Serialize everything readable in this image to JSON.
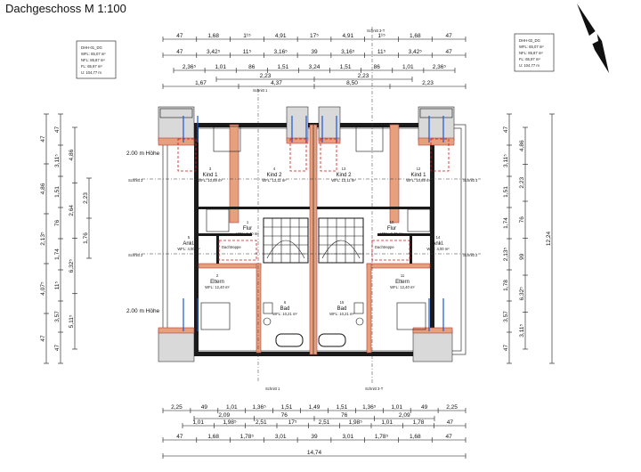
{
  "title": "Dachgeschoss M 1:100",
  "unit_boxes": {
    "left": {
      "unit_id": "DHH-01_DG",
      "lines": [
        "WFL: 65,07 m²",
        "NFL: 85,87 m²",
        "FL: 65,97 m²",
        "U: 104,77 m"
      ]
    },
    "right": {
      "unit_id": "DHH-02_DG",
      "lines": [
        "WFL: 65,07 m²",
        "NFL: 85,87 m²",
        "FL: 65,97 m²",
        "U: 104,77 m"
      ]
    }
  },
  "top_dims": {
    "row1": [
      "47",
      "1,68",
      "1¹⁵",
      "4,91",
      "17⁵",
      "4,91",
      "1¹⁵",
      "1,68",
      "47"
    ],
    "row2": [
      "47",
      "3,42⁵",
      "11⁵",
      "3,16⁵",
      "39",
      "3,16⁵",
      "11⁵",
      "3,42⁵",
      "47"
    ],
    "row3": [
      "2,36⁵",
      "1,01",
      "86",
      "1,51",
      "3,24",
      "1,51",
      "86",
      "1,01",
      "2,36⁵"
    ],
    "row4": [
      "2,23",
      "2,23"
    ],
    "row5": [
      "1,67",
      "4,37",
      "8,50",
      "2,23"
    ]
  },
  "bottom_dims": {
    "row1": [
      "2,25",
      "49",
      "1,01",
      "1,36⁵",
      "1,51",
      "1,49",
      "1,51",
      "1,36⁵",
      "1,01",
      "49",
      "2,25"
    ],
    "row2": [
      "2,09",
      "76",
      "76",
      "2,09"
    ],
    "row3": [
      "1,01",
      "1,98⁵",
      "2,51",
      "17⁵",
      "2,51",
      "1,98⁵",
      "1,01",
      "1,78",
      "47"
    ],
    "row4": [
      "47",
      "1,68",
      "1,78⁵",
      "3,01",
      "39",
      "3,01",
      "1,78⁵",
      "1,68",
      "47"
    ],
    "row5": [
      "14,74"
    ]
  },
  "left_dims": {
    "col1": [
      "47",
      "4,86",
      "2,13⁵",
      "4,07⁵",
      "47"
    ],
    "col2": [
      "47",
      "3,11⁵",
      "1,51",
      "76",
      "1,74",
      "11⁵",
      "3,57",
      "47"
    ],
    "col3": [
      "4,86",
      "2,64",
      "6,32⁵",
      "5,11⁵"
    ],
    "col4": [
      "2,23",
      "1,76"
    ]
  },
  "right_dims": {
    "col1": [
      "47",
      "3,11⁵",
      "1,51",
      "1,74",
      "2,13⁵",
      "1,78",
      "3,57",
      "47"
    ],
    "col2": [
      "4,86",
      "2,23",
      "76",
      "99",
      "6,32⁵",
      "3,11⁵"
    ],
    "col3": [
      "12,24"
    ]
  },
  "notes": {
    "height_upper": "2.00 m Höhe",
    "height_lower": "2.00 m Höhe"
  },
  "sections": [
    "Schnitt 1",
    "Schnitt 2",
    "Schnitt 3",
    "Schnitt 3-T",
    "Schnitt 3",
    "Schnitt 1",
    "Schnitt 3-T"
  ],
  "rooms": [
    {
      "name": "Kind 1",
      "area": "WFL: 10,89 m²",
      "num": "3"
    },
    {
      "name": "Kind 2",
      "area": "WFL: 13,11 m²",
      "num": "4"
    },
    {
      "name": "Kind 2",
      "area": "WFL: 13,11 m²",
      "num": "13"
    },
    {
      "name": "Kind 1",
      "area": "WFL: 10,89 m²",
      "num": "12"
    },
    {
      "name": "Flur",
      "area": "WFL: 6,40 m²",
      "num": "1"
    },
    {
      "name": "Flur",
      "area": "WFL: 6,40 m²",
      "num": "10"
    },
    {
      "name": "Ankl.",
      "area": "WFL: 4,00 m²",
      "num": "5"
    },
    {
      "name": "Ankl.",
      "area": "WFL: 4,00 m²",
      "num": "14"
    },
    {
      "name": "Eltern",
      "area": "WFL: 12,40 m²",
      "num": "2"
    },
    {
      "name": "Eltern",
      "area": "WFL: 12,40 m²",
      "num": "11"
    },
    {
      "name": "Bad",
      "area": "WFL: 10,21 m²",
      "num": "6"
    },
    {
      "name": "Bad",
      "area": "WFL: 10,21 m²",
      "num": "15"
    }
  ],
  "stair_labels": [
    "Dachtreppe",
    "Dachtreppe"
  ],
  "misc_label": "Inst. ..."
}
